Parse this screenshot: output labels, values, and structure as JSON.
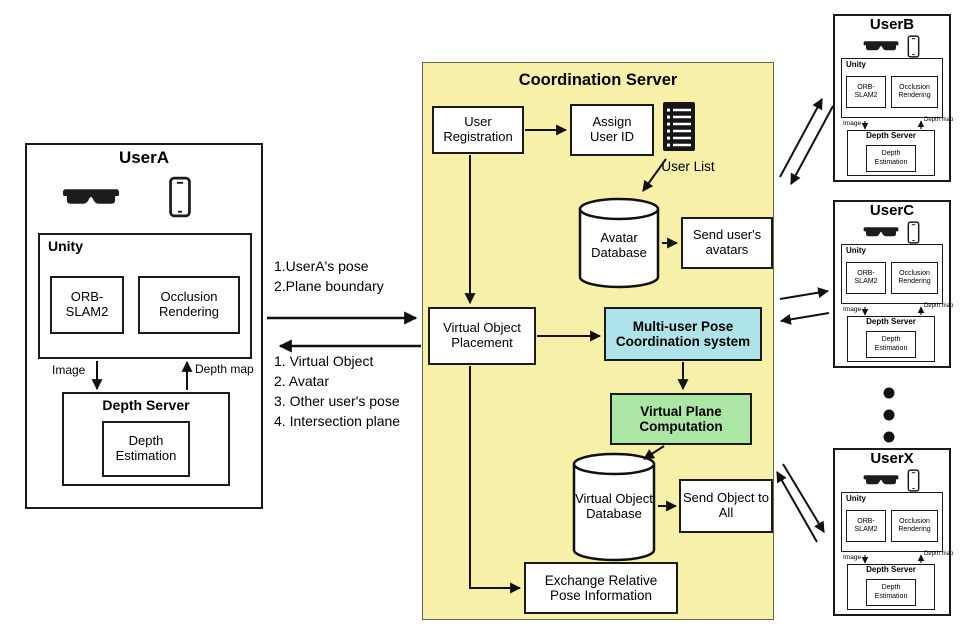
{
  "colors": {
    "server_bg": "#f6f0a8",
    "pose_coordination_bg": "#aee4e9",
    "plane_computation_bg": "#ace6a4",
    "stroke": "#111111"
  },
  "user_a": {
    "title": "UserA",
    "unity": "Unity",
    "orb_slam2": "ORB-SLAM2",
    "occlusion_rendering": "Occlusion Rendering",
    "image": "Image",
    "depth_map": "Depth map",
    "depth_server": "Depth Server",
    "depth_estimation": "Depth Estimation"
  },
  "exchange_labels": {
    "to_server_1": "1.UserA's pose",
    "to_server_2": "2.Plane boundary",
    "from_server_1": "1. Virtual Object",
    "from_server_2": "2. Avatar",
    "from_server_3": "3. Other user's pose",
    "from_server_4": "4. Intersection plane"
  },
  "server": {
    "title": "Coordination Server",
    "user_registration": "User Registration",
    "assign_user_id": "Assign User ID",
    "user_list": "User List",
    "avatar_database": "Avatar Database",
    "send_avatars": "Send user's avatars",
    "virtual_object_placement": "Virtual Object Placement",
    "pose_coordination": "Multi-user Pose Coordination system",
    "plane_computation": "Virtual Plane Computation",
    "virtual_object_database": "Virtual Object Database",
    "send_object": "Send Object to All",
    "exchange_pose": "Exchange Relative Pose Information"
  },
  "remote_users": [
    {
      "title": "UserB"
    },
    {
      "title": "UserC"
    },
    {
      "title": "UserX"
    }
  ],
  "mini": {
    "unity": "Unity",
    "orb_slam2": "ORB-SLAM2",
    "occlusion_rendering": "Occlusion Rendering",
    "image": "Image",
    "depth_map": "Depth map",
    "depth_server": "Depth Server",
    "depth_estimation": "Depth Estimation"
  }
}
